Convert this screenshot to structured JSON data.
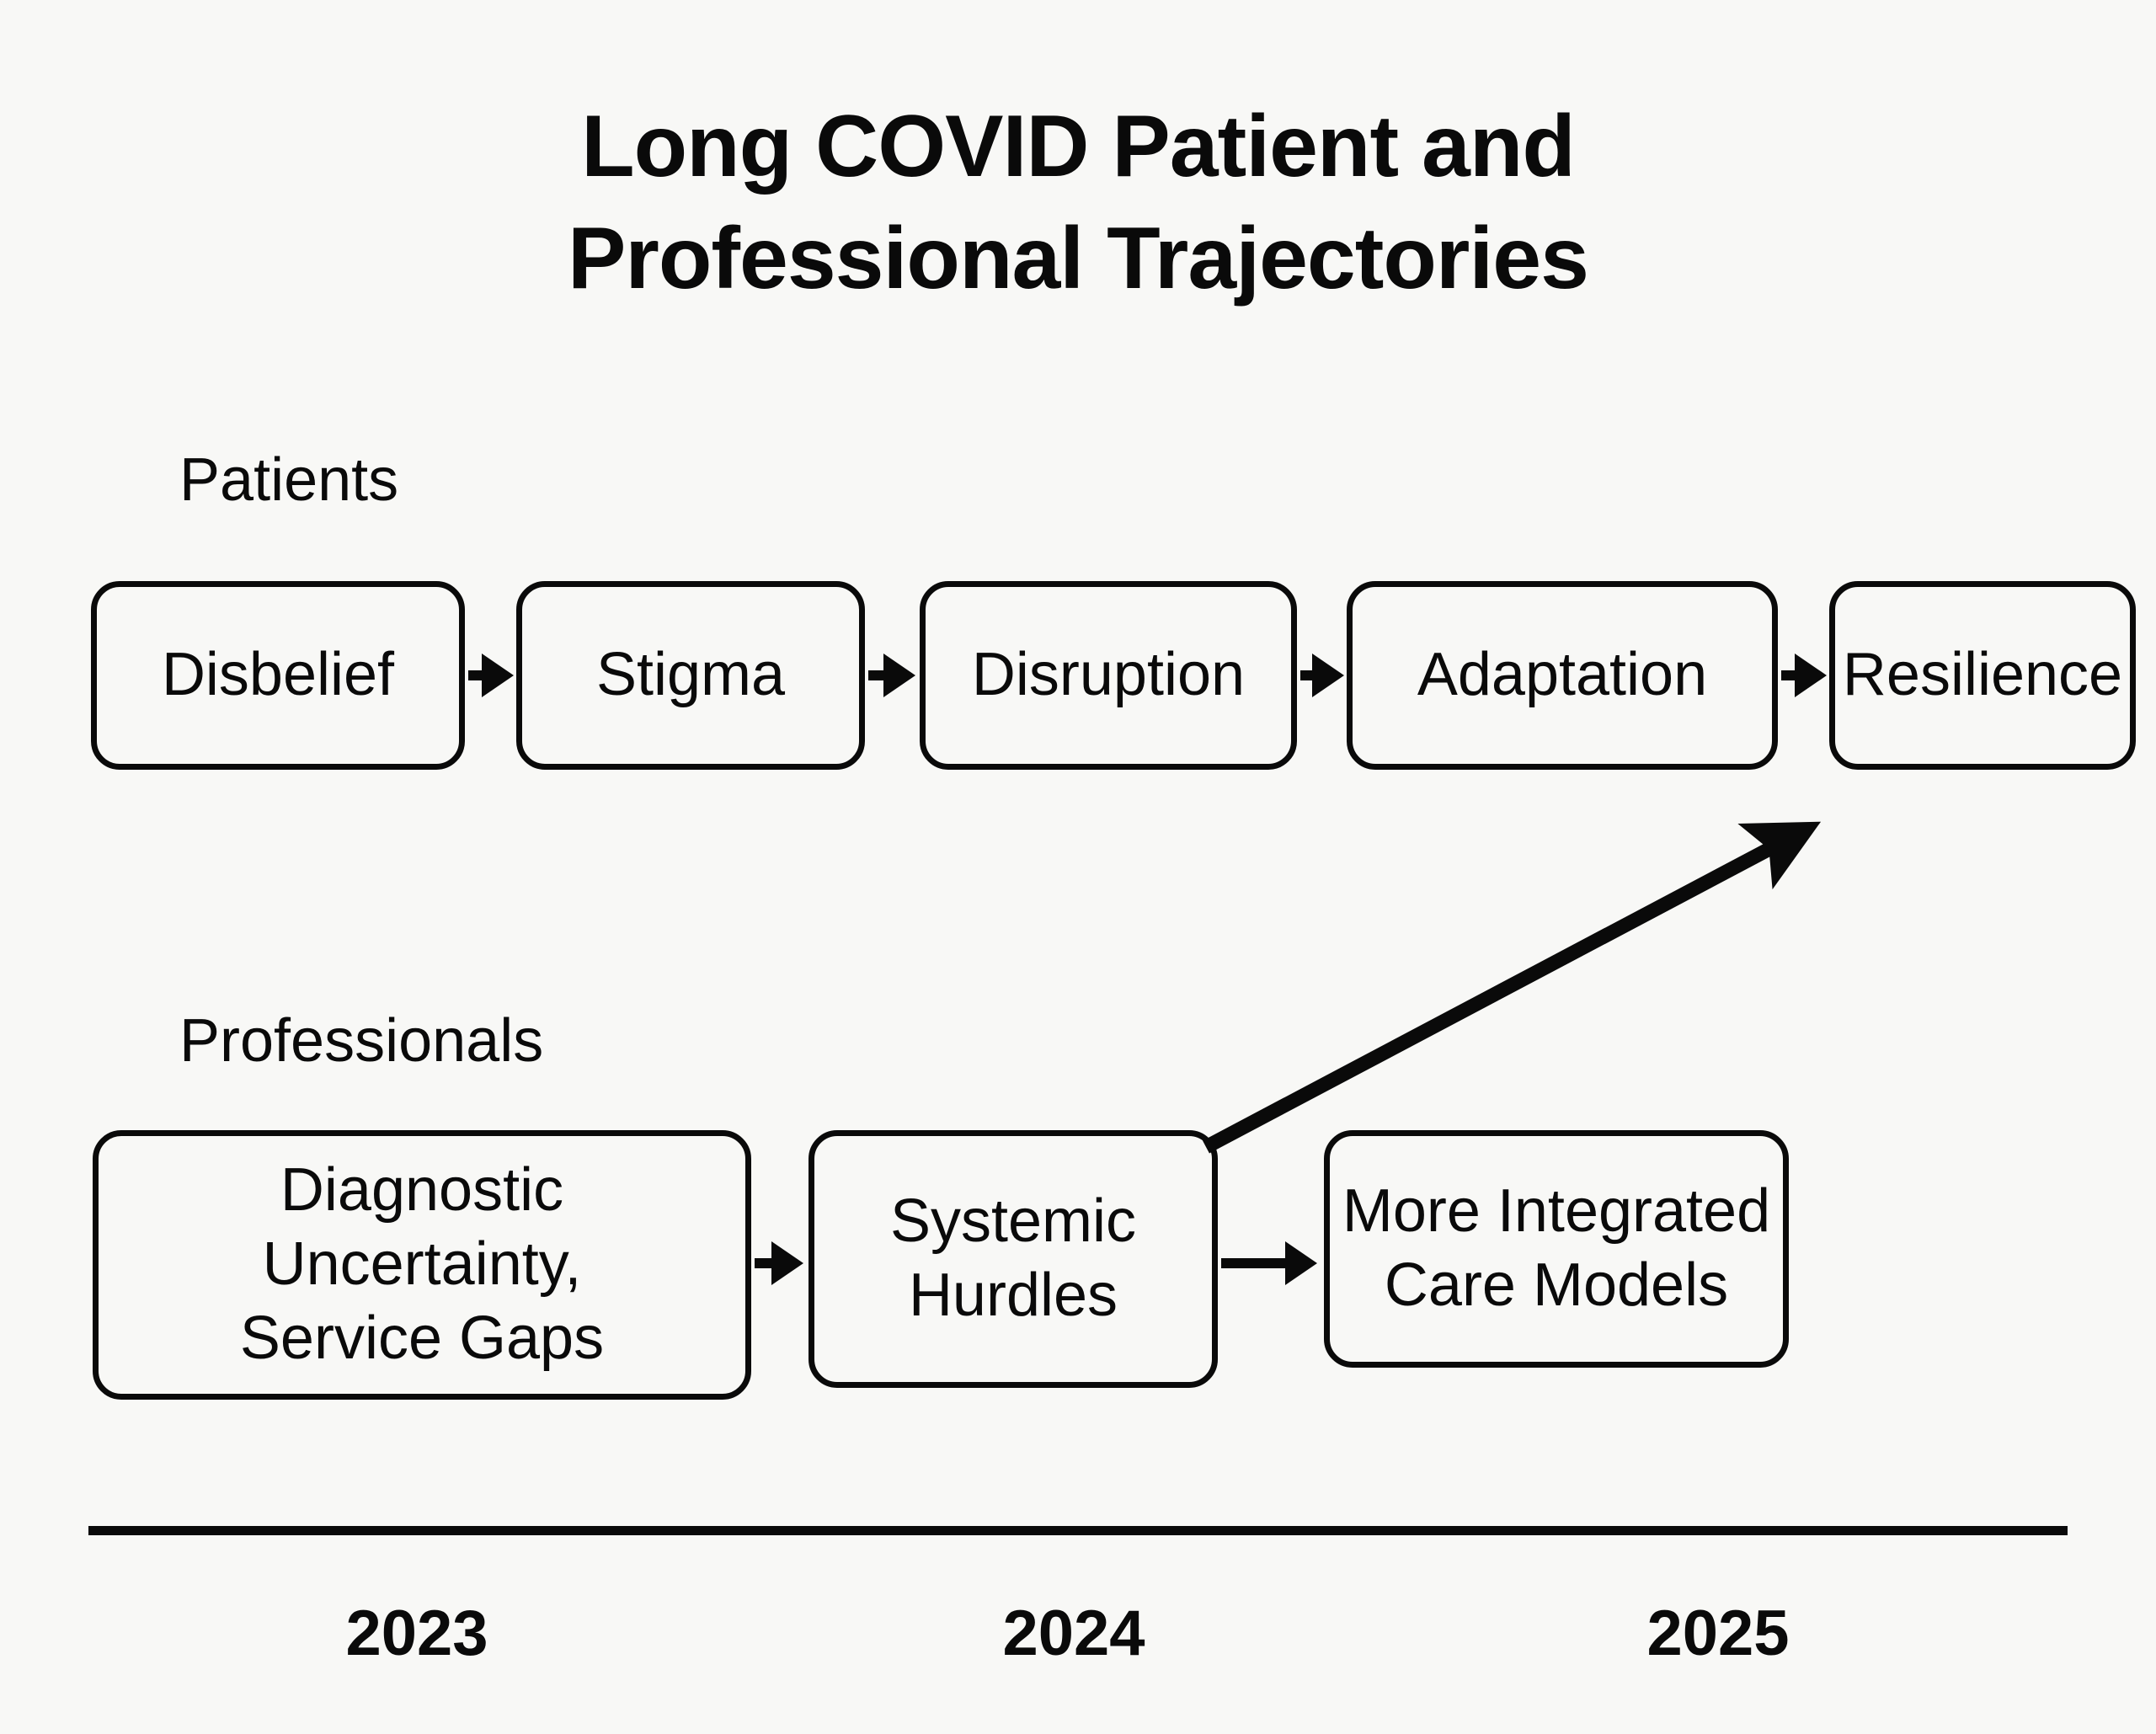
{
  "figure": {
    "title_lines": [
      "Long COVID Patient and",
      "Professional Trajectories"
    ],
    "background_color": "#f8f8f6",
    "ink_color": "#0a0a0a"
  },
  "lanes": [
    {
      "id": "patients",
      "label": "Patients",
      "stages": [
        {
          "id": "disbelief",
          "label": "Disbelief"
        },
        {
          "id": "stigma",
          "label": "Stigma"
        },
        {
          "id": "disruption",
          "label": "Disruption"
        },
        {
          "id": "adaptation",
          "label": "Adaptation"
        },
        {
          "id": "resilience",
          "label": "Resilience"
        }
      ]
    },
    {
      "id": "professionals",
      "label": "Professionals",
      "stages": [
        {
          "id": "diagnostic",
          "label": "Diagnostic\nUncertainty,\nService Gaps",
          "line1": "Diagnostic",
          "line2": "Uncertainty,",
          "line3": "Service Gaps"
        },
        {
          "id": "systemic",
          "label": "Systemic\nHurdles",
          "line1": "Systemic",
          "line2": "Hurdles"
        },
        {
          "id": "integrated",
          "label": "More Integrated\nCare Models",
          "line1": "More Integrated",
          "line2": "Care Models"
        }
      ]
    }
  ],
  "connectors": [
    {
      "id": "disbelief-to-stigma",
      "from": "disbelief",
      "to": "stigma",
      "kind": "arrow-right"
    },
    {
      "id": "stigma-to-disruption",
      "from": "stigma",
      "to": "disruption",
      "kind": "arrow-right"
    },
    {
      "id": "disruption-to-adaptation",
      "from": "disruption",
      "to": "adaptation",
      "kind": "arrow-right"
    },
    {
      "id": "adaptation-to-resilience",
      "from": "adaptation",
      "to": "resilience",
      "kind": "arrow-right"
    },
    {
      "id": "diagnostic-to-systemic",
      "from": "diagnostic",
      "to": "systemic",
      "kind": "arrow-right"
    },
    {
      "id": "systemic-to-integrated",
      "from": "systemic",
      "to": "integrated",
      "kind": "arrow-right"
    },
    {
      "id": "systemic-to-resilience",
      "from": "systemic",
      "to": "resilience",
      "kind": "arrow-diagonal-up"
    }
  ],
  "timeline": {
    "years": [
      "2023",
      "2024",
      "2025"
    ]
  }
}
